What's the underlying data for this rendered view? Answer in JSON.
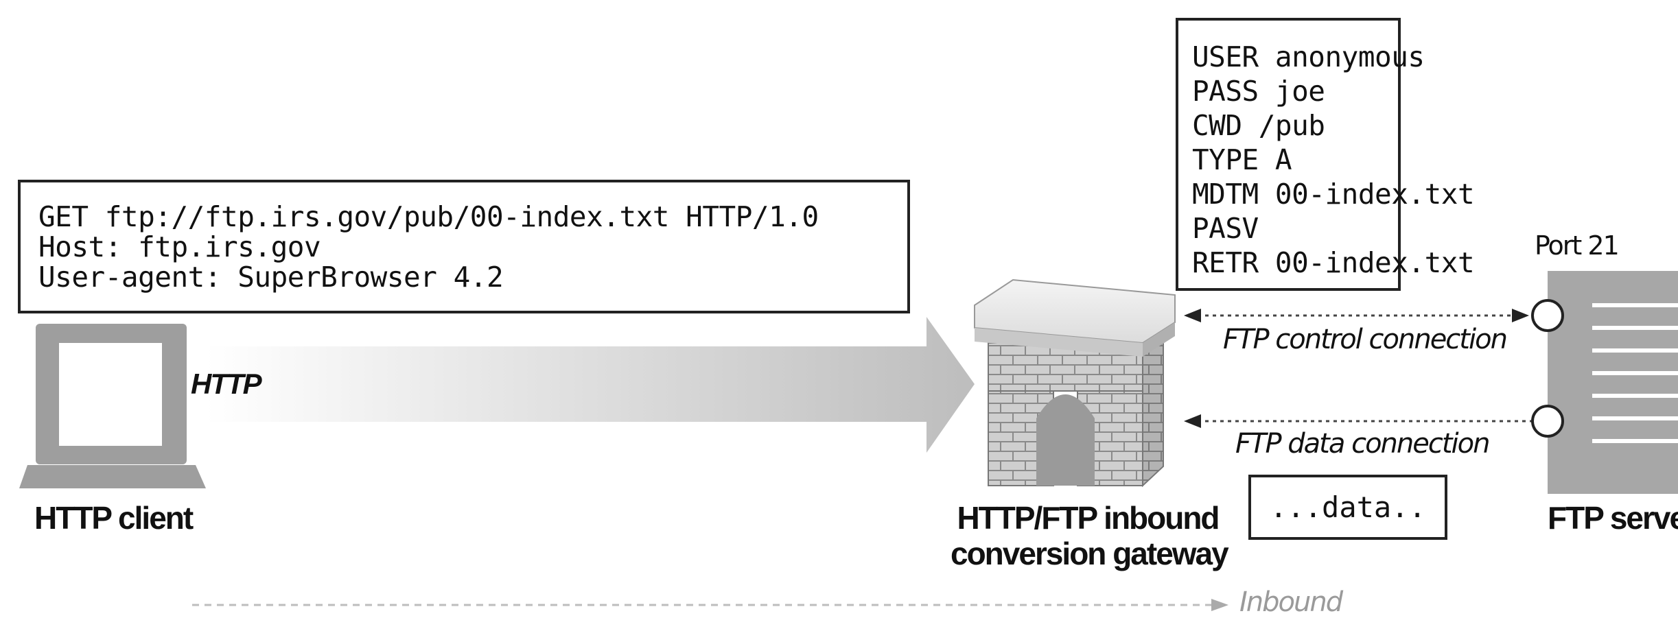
{
  "request": {
    "lines": [
      "GET ftp://ftp.irs.gov/pub/00-index.txt HTTP/1.0",
      "Host: ftp.irs.gov",
      "User-agent: SuperBrowser 4.2"
    ]
  },
  "ftp_commands": {
    "lines": [
      "USER anonymous",
      "PASS joe",
      "CWD /pub",
      "TYPE A",
      "MDTM 00-index.txt",
      "PASV",
      "RETR 00-index.txt"
    ]
  },
  "data_box": {
    "text": "...data.."
  },
  "labels": {
    "http_arrow": "HTTP",
    "client": "HTTP client",
    "gateway_line1": "HTTP/FTP inbound",
    "gateway_line2": "conversion gateway",
    "server": "FTP server",
    "port": "Port 21",
    "control_connection": "FTP control connection",
    "data_connection": "FTP data connection",
    "inbound": "Inbound"
  }
}
